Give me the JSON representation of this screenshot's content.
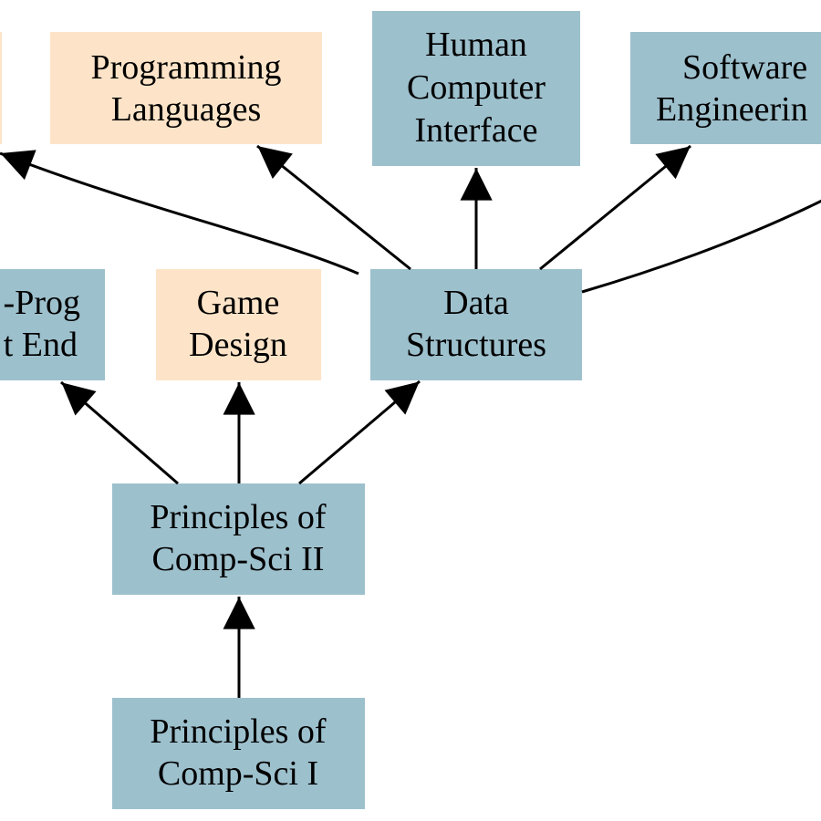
{
  "colors": {
    "core": "#9dc0cd",
    "elective": "#fde4c8",
    "edge": "#000000"
  },
  "nodes": {
    "programming_languages": {
      "lines": [
        "Programming",
        "Languages"
      ]
    },
    "hci": {
      "lines": [
        "Human",
        "Computer",
        "Interface"
      ]
    },
    "software_engineering": {
      "lines": [
        "Software",
        "Engineerin"
      ]
    },
    "web_prog": {
      "lines": [
        "-Prog",
        "t End"
      ]
    },
    "game_design": {
      "lines": [
        "Game",
        "Design"
      ]
    },
    "data_structures": {
      "lines": [
        "Data",
        "Structures"
      ]
    },
    "pcs2": {
      "lines": [
        "Principles of",
        "Comp-Sci II"
      ]
    },
    "pcs1": {
      "lines": [
        "Principles of",
        "Comp-Sci I"
      ]
    }
  }
}
